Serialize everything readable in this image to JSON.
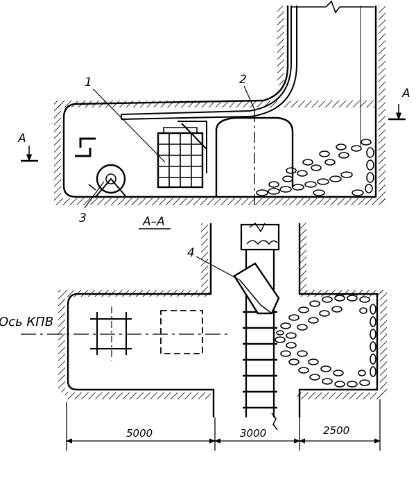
{
  "labels": {
    "callout_1": "1",
    "callout_2": "2",
    "callout_3": "3",
    "callout_4": "4",
    "section_marker_left": "А",
    "section_marker_right": "А",
    "section_title": "А–А",
    "axis_label": "Ось КПВ"
  },
  "dimensions": {
    "left": "5000",
    "middle": "3000",
    "right": "2500"
  }
}
